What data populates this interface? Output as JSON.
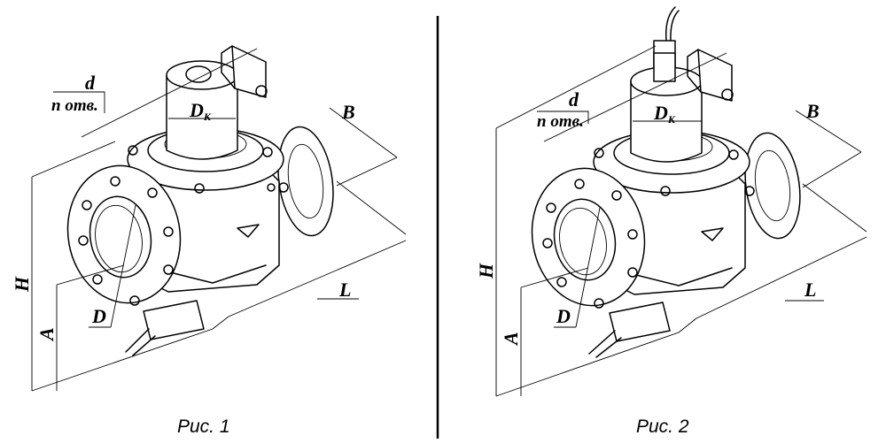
{
  "figures": [
    {
      "caption": "Рис. 1",
      "labels": {
        "d": "d",
        "n_holes": "n отв.",
        "dk_main": "D",
        "dk_sub": "К",
        "B": "B",
        "H": "H",
        "A": "A",
        "D": "D",
        "L": "L"
      }
    },
    {
      "caption": "Рис. 2",
      "labels": {
        "d": "d",
        "n_holes": "n отв.",
        "dk_main": "D",
        "dk_sub": "К",
        "B": "B",
        "H": "H",
        "A": "A",
        "D": "D",
        "L": "L"
      }
    }
  ]
}
